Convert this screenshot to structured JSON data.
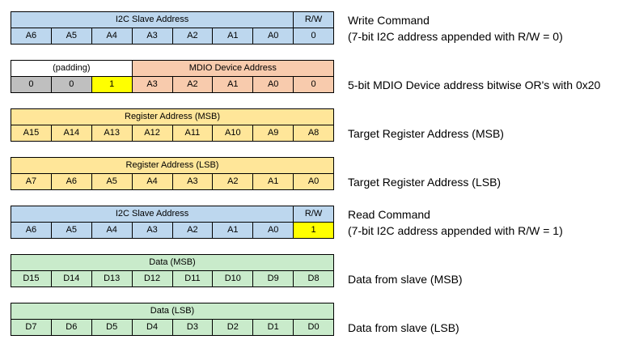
{
  "colors": {
    "blue": "#BDD7EE",
    "orange": "#F8CBAD",
    "gray": "#BFBFBF",
    "yellow": "#FFFF00",
    "tan": "#FFE699",
    "green": "#C9EBCB",
    "white": "#FFFFFF",
    "border": "#000000"
  },
  "blocks": [
    {
      "name": "write-command",
      "header_segments": [
        {
          "label": "I2C Slave Address",
          "span": 7,
          "color": "blue"
        },
        {
          "label": "R/W",
          "span": 1,
          "color": "blue"
        }
      ],
      "bit_cells": [
        {
          "label": "A6",
          "color": "blue"
        },
        {
          "label": "A5",
          "color": "blue"
        },
        {
          "label": "A4",
          "color": "blue"
        },
        {
          "label": "A3",
          "color": "blue"
        },
        {
          "label": "A2",
          "color": "blue"
        },
        {
          "label": "A1",
          "color": "blue"
        },
        {
          "label": "A0",
          "color": "blue"
        },
        {
          "label": "0",
          "color": "blue"
        }
      ],
      "caption_lines": [
        "Write Command",
        "(7-bit I2C address appended with R/W = 0)"
      ]
    },
    {
      "name": "mdio-device-address",
      "header_segments": [
        {
          "label": "(padding)",
          "span": 3,
          "color": "white"
        },
        {
          "label": "MDIO Device Address",
          "span": 5,
          "color": "orange"
        }
      ],
      "bit_cells": [
        {
          "label": "0",
          "color": "gray"
        },
        {
          "label": "0",
          "color": "gray"
        },
        {
          "label": "1",
          "color": "yellow"
        },
        {
          "label": "A3",
          "color": "orange"
        },
        {
          "label": "A2",
          "color": "orange"
        },
        {
          "label": "A1",
          "color": "orange"
        },
        {
          "label": "A0",
          "color": "orange"
        },
        {
          "label": "0",
          "color": "orange"
        }
      ],
      "caption_lines": [
        "5-bit MDIO Device address bitwise OR's with 0x20"
      ]
    },
    {
      "name": "register-address-msb",
      "header_segments": [
        {
          "label": "Register Address (MSB)",
          "span": 8,
          "color": "tan"
        }
      ],
      "bit_cells": [
        {
          "label": "A15",
          "color": "tan"
        },
        {
          "label": "A14",
          "color": "tan"
        },
        {
          "label": "A13",
          "color": "tan"
        },
        {
          "label": "A12",
          "color": "tan"
        },
        {
          "label": "A11",
          "color": "tan"
        },
        {
          "label": "A10",
          "color": "tan"
        },
        {
          "label": "A9",
          "color": "tan"
        },
        {
          "label": "A8",
          "color": "tan"
        }
      ],
      "caption_lines": [
        "Target Register Address (MSB)"
      ]
    },
    {
      "name": "register-address-lsb",
      "header_segments": [
        {
          "label": "Register Address (LSB)",
          "span": 8,
          "color": "tan"
        }
      ],
      "bit_cells": [
        {
          "label": "A7",
          "color": "tan"
        },
        {
          "label": "A6",
          "color": "tan"
        },
        {
          "label": "A5",
          "color": "tan"
        },
        {
          "label": "A4",
          "color": "tan"
        },
        {
          "label": "A3",
          "color": "tan"
        },
        {
          "label": "A2",
          "color": "tan"
        },
        {
          "label": "A1",
          "color": "tan"
        },
        {
          "label": "A0",
          "color": "tan"
        }
      ],
      "caption_lines": [
        "Target Register Address (LSB)"
      ]
    },
    {
      "name": "read-command",
      "header_segments": [
        {
          "label": "I2C Slave Address",
          "span": 7,
          "color": "blue"
        },
        {
          "label": "R/W",
          "span": 1,
          "color": "blue"
        }
      ],
      "bit_cells": [
        {
          "label": "A6",
          "color": "blue"
        },
        {
          "label": "A5",
          "color": "blue"
        },
        {
          "label": "A4",
          "color": "blue"
        },
        {
          "label": "A3",
          "color": "blue"
        },
        {
          "label": "A2",
          "color": "blue"
        },
        {
          "label": "A1",
          "color": "blue"
        },
        {
          "label": "A0",
          "color": "blue"
        },
        {
          "label": "1",
          "color": "yellow"
        }
      ],
      "caption_lines": [
        "Read Command",
        "(7-bit I2C address appended with R/W = 1)"
      ]
    },
    {
      "name": "data-msb",
      "header_segments": [
        {
          "label": "Data (MSB)",
          "span": 8,
          "color": "green"
        }
      ],
      "bit_cells": [
        {
          "label": "D15",
          "color": "green"
        },
        {
          "label": "D14",
          "color": "green"
        },
        {
          "label": "D13",
          "color": "green"
        },
        {
          "label": "D12",
          "color": "green"
        },
        {
          "label": "D11",
          "color": "green"
        },
        {
          "label": "D10",
          "color": "green"
        },
        {
          "label": "D9",
          "color": "green"
        },
        {
          "label": "D8",
          "color": "green"
        }
      ],
      "caption_lines": [
        "Data from slave (MSB)"
      ]
    },
    {
      "name": "data-lsb",
      "header_segments": [
        {
          "label": "Data (LSB)",
          "span": 8,
          "color": "green"
        }
      ],
      "bit_cells": [
        {
          "label": "D7",
          "color": "green"
        },
        {
          "label": "D6",
          "color": "green"
        },
        {
          "label": "D5",
          "color": "green"
        },
        {
          "label": "D4",
          "color": "green"
        },
        {
          "label": "D3",
          "color": "green"
        },
        {
          "label": "D2",
          "color": "green"
        },
        {
          "label": "D1",
          "color": "green"
        },
        {
          "label": "D0",
          "color": "green"
        }
      ],
      "caption_lines": [
        "Data from slave (LSB)"
      ]
    }
  ]
}
